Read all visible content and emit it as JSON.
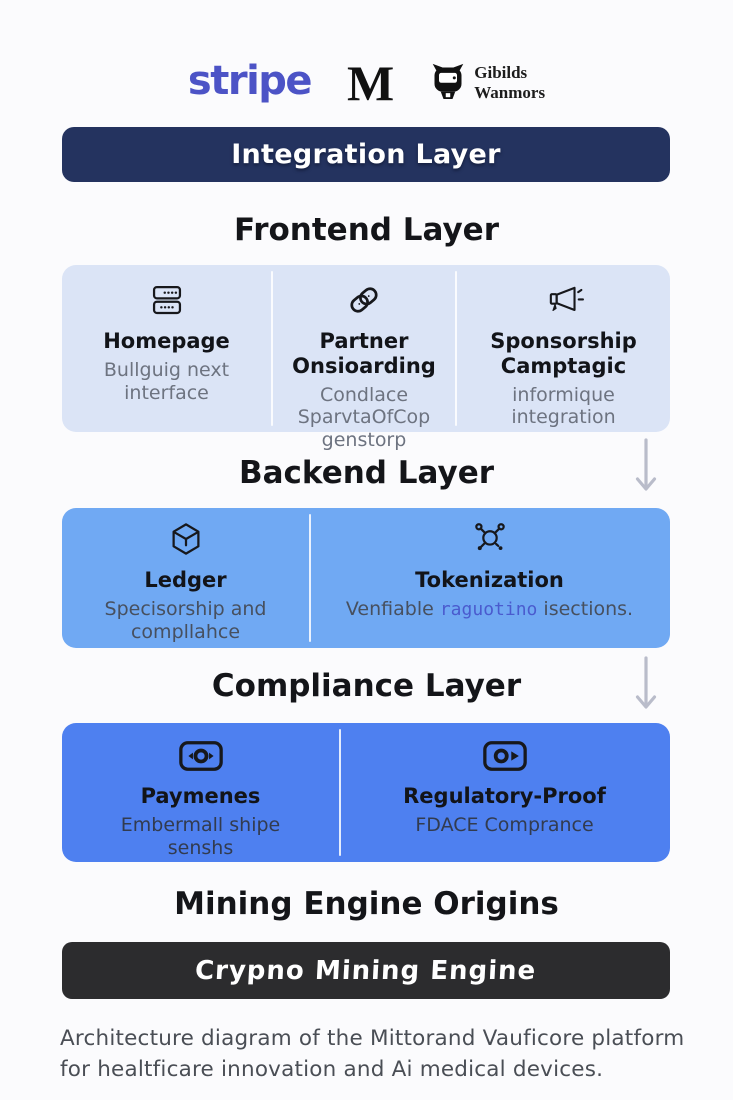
{
  "logos": {
    "stripe": {
      "text": "stripe",
      "color": "#4c53c6"
    },
    "medium": {
      "text": "M"
    },
    "gibilds": {
      "line1": "Gibilds",
      "line2": "Wanmors"
    }
  },
  "banners": {
    "integration": {
      "label": "Integration Layer",
      "bg": "#24335f"
    },
    "mining": {
      "label": "Crypno Mining Engine",
      "bg": "#2c2c2e"
    }
  },
  "headings": {
    "frontend": "Frontend Layer",
    "backend": "Backend Layer",
    "compliance": "Compliance Layer",
    "mining": "Mining Engine Origins"
  },
  "frontend": {
    "bg": "#dbe4f6",
    "items": [
      {
        "icon": "server-icon",
        "title": "Homepage",
        "subtitle": "Bullguig next interface"
      },
      {
        "icon": "link-icon",
        "title": "Partner Onsioarding",
        "subtitle": "Condlace SparvtaOfCop genstorp"
      },
      {
        "icon": "megaphone-icon",
        "title": "Sponsorship Camptagic",
        "subtitle": "informique integration"
      }
    ]
  },
  "backend": {
    "bg": "#70a9f3",
    "items": [
      {
        "icon": "cube-icon",
        "title": "Ledger",
        "subtitle": "Specisorship and compllahce"
      },
      {
        "icon": "network-icon",
        "title": "Tokenization",
        "subtitle_prefix": "Venfiable ",
        "subtitle_highlight": "raguotino",
        "subtitle_suffix": " isections."
      }
    ]
  },
  "compliance": {
    "bg": "#4e80f0",
    "items": [
      {
        "icon": "payment-icon",
        "title": "Paymenes",
        "subtitle": "Embermall shipe senshs"
      },
      {
        "icon": "badge-icon",
        "title": "Regulatory-Proof",
        "subtitle": "FDACE Comprance"
      }
    ]
  },
  "caption": {
    "text": "Architecture diagram of the Mittorand Vauficore platform for healtficare innovation and Ai medical devices."
  }
}
